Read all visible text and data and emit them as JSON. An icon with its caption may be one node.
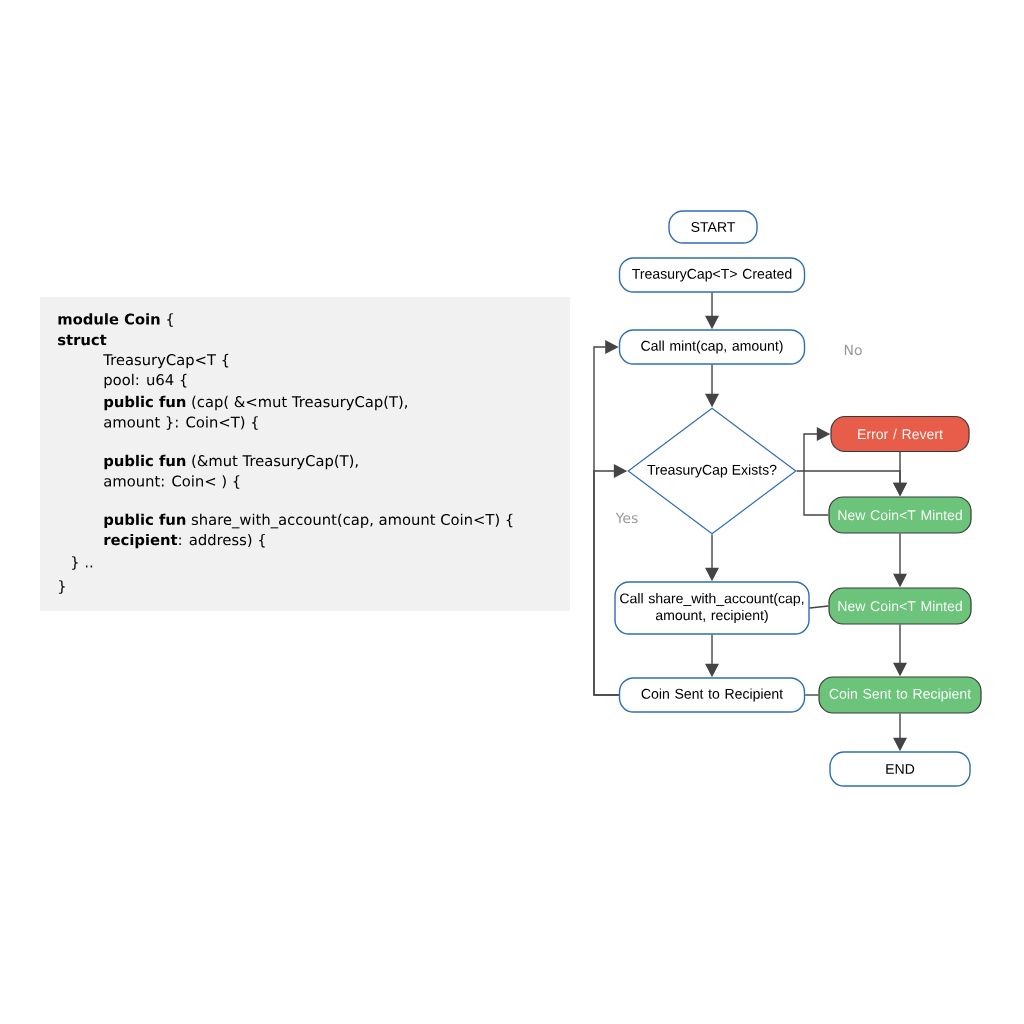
{
  "diagram": {
    "nodes": [
      {
        "text": [
          "**module Coin** {",
          "**struct**",
          "TreasuryCap<T {",
          "pool: u64 {",
          "**public fun** (cap( &<mut TreasuryCap(T),",
          "amount }: Coin<T) {",
          "**public fun** (&mut TreasuryCap(T),",
          "amount: Coin< ) {",
          "**public fun** share_with_account(cap, amount Coin<T) {",
          "**recipient**: address) {",
          "} ..",
          "}"
        ]
      },
      {
        "text": [
          "START"
        ]
      },
      {
        "text": [
          "TreasuryCap<T> Created"
        ]
      },
      {
        "text": [
          "Call mint(cap, amount)"
        ]
      },
      {
        "text": [
          "TreasuryCap Exists?"
        ]
      },
      {
        "text": [
          "Error / Revert"
        ]
      },
      {
        "text": [
          "New Coin<T Minted"
        ]
      },
      {
        "text": [
          "Call share_with_account(cap, amount, recipient)"
        ]
      },
      {
        "text": [
          "New Coin<T Minted"
        ]
      },
      {
        "text": [
          "Coin Sent to Recipient"
        ]
      },
      {
        "text": [
          "Coin Sent to Recipient"
        ]
      },
      {
        "text": [
          "END"
        ]
      }
    ],
    "edges": [
      {
        "from": 2,
        "to": 3,
        "arrow": "to"
      },
      {
        "from": 3,
        "to": 4,
        "arrow": "to"
      },
      {
        "from": 4,
        "to": 7,
        "arrow": "to"
      },
      {
        "from": 7,
        "to": 9,
        "arrow": "to"
      },
      {
        "from": 9,
        "to": 3,
        "arrow": "to"
      },
      {
        "from": 9,
        "to": 4,
        "arrow": "to"
      },
      {
        "from": 4,
        "to": 6,
        "arrow": "to"
      },
      {
        "from": 5,
        "to": 6,
        "arrow": "to"
      },
      {
        "from": 6,
        "to": 5,
        "arrow": "to"
      },
      {
        "from": 6,
        "to": 8,
        "arrow": "to"
      },
      {
        "from": 8,
        "to": 10,
        "arrow": "to"
      },
      {
        "from": 10,
        "to": 11,
        "arrow": "to"
      },
      {
        "from": 7,
        "to": 8,
        "arrow": "none"
      },
      {
        "from": 9,
        "to": 10,
        "arrow": "none"
      }
    ],
    "labels": [
      "No",
      "Yes"
    ]
  }
}
